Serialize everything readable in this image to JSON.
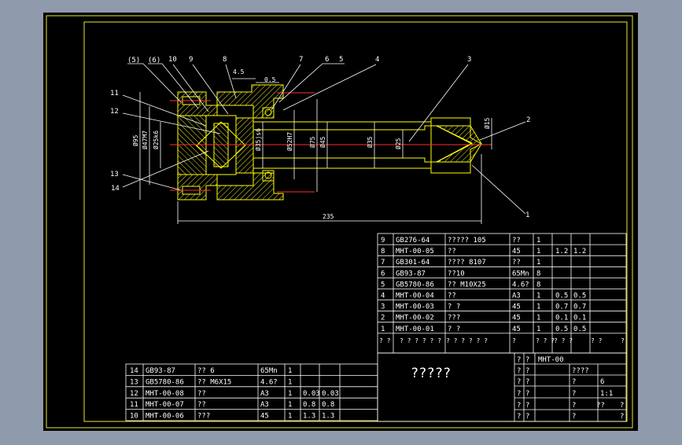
{
  "colors": {
    "background": "#8f9aad",
    "sheet": "#000000",
    "frame": "#e8e832",
    "body_line": "#ffff00",
    "hatch": "#e8e832",
    "center_line": "#ff3030",
    "table_line": "#ffffff",
    "text_yellow": "#e8e832",
    "text_white": "#ffffff"
  },
  "drawing": {
    "balloons": [
      "(5)",
      "(6)",
      "10",
      "9",
      "8",
      "7",
      "6",
      "5",
      "4",
      "3",
      "2",
      "1",
      "11",
      "12",
      "13",
      "14"
    ],
    "dimensions": [
      "4.5",
      "0.5",
      "Ø95",
      "Ø47M7",
      "Ø25k6",
      "Ø35js6",
      "Ø52H7",
      "Ø75",
      "Ø45",
      "Ø35",
      "Ø25",
      "Ø15",
      "235"
    ]
  },
  "bom_right": {
    "rows": [
      [
        "9",
        "GB276-64",
        "????? 105",
        "??",
        "1",
        "",
        ""
      ],
      [
        "8",
        "MHT-00-05",
        "??",
        "45",
        "1",
        "1.2",
        "1.2"
      ],
      [
        "7",
        "GB301-64",
        "???? 8107",
        "??",
        "1",
        "",
        ""
      ],
      [
        "6",
        "GB93-87",
        "??10",
        "65Mn",
        "8",
        "",
        ""
      ],
      [
        "5",
        "GB5780-86",
        "?? M10X25",
        "4.6?",
        "8",
        "",
        ""
      ],
      [
        "4",
        "MHT-00-04",
        "??",
        "A3",
        "1",
        "0.5",
        "0.5"
      ],
      [
        "3",
        "MHT-00-03",
        "? ?",
        "45",
        "1",
        "0.7",
        "0.7"
      ],
      [
        "2",
        "MHT-00-02",
        "???",
        "45",
        "1",
        "0.1",
        "0.1"
      ],
      [
        "1",
        "MHT-00-01",
        "? ?",
        "45",
        "1",
        "0.5",
        "0.5"
      ]
    ],
    "header": [
      "? ?",
      "? ? ? ? ? ?",
      "? ? ? ? ? ?",
      "?",
      "? ? ?",
      "? ? ?",
      "? ?",
      "?"
    ]
  },
  "bom_left": {
    "rows": [
      [
        "14",
        "GB93-87",
        "?? 6",
        "65Mn",
        "1",
        "",
        ""
      ],
      [
        "13",
        "GB5780-86",
        "?? M6X15",
        "4.6?",
        "1",
        "",
        ""
      ],
      [
        "12",
        "MHT-00-08",
        "??",
        "A3",
        "1",
        "0.03",
        "0.03"
      ],
      [
        "11",
        "MHT-00-07",
        "??",
        "A3",
        "1",
        "0.8",
        "0.8"
      ],
      [
        "10",
        "MHT-00-06",
        "???",
        "45",
        "1",
        "1.3",
        "1.3"
      ]
    ]
  },
  "title_block": {
    "title": "?????",
    "cells": [
      "?",
      "?",
      "MHT-00",
      "?",
      "?",
      "????",
      "?",
      "?",
      "?",
      "6",
      "?",
      "?",
      "?",
      "1:1",
      "?",
      "?",
      "?",
      "??",
      "?",
      "?",
      "?",
      "?",
      "?"
    ]
  }
}
